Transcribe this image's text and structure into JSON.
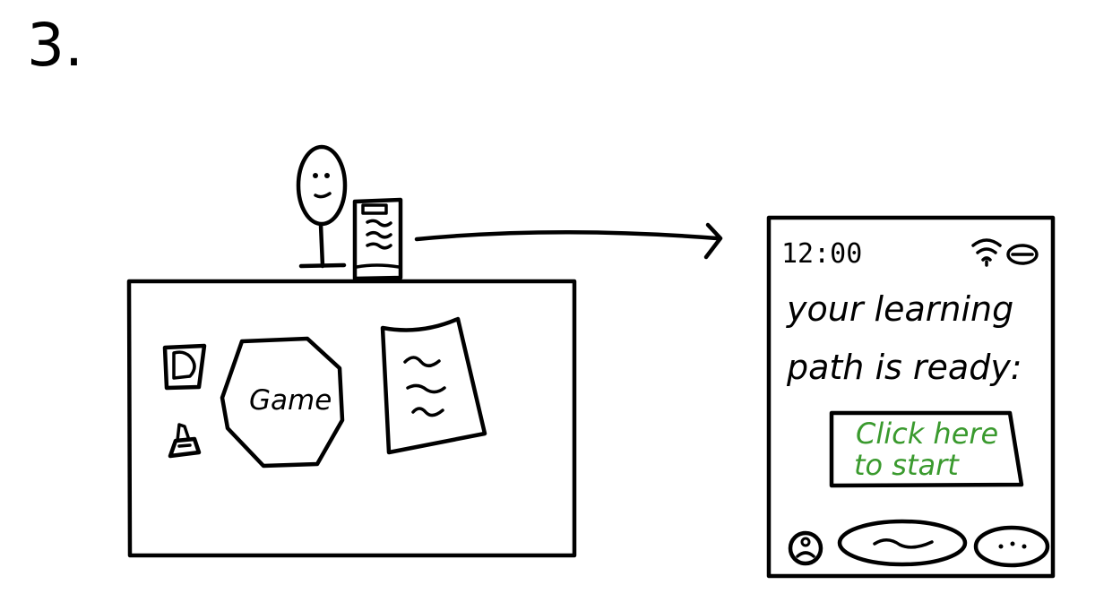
{
  "step_label": "3.",
  "table": {
    "game_label": "Game"
  },
  "phone_screen": {
    "time": "12:00",
    "message_line1": "your learning",
    "message_line2": "path is ready:",
    "cta_line1": "Click here",
    "cta_line2": "to start"
  },
  "colors": {
    "ink": "#000000",
    "cta_text": "#3a9a2e",
    "background": "#ffffff"
  },
  "icons": {
    "status": [
      "wifi-icon",
      "battery-icon"
    ],
    "bottom_nav": [
      "profile-icon",
      "home-pill-icon",
      "more-icon"
    ],
    "table_items": [
      "document-icon",
      "hat-icon",
      "game-hexagon",
      "paper-sheet"
    ]
  }
}
